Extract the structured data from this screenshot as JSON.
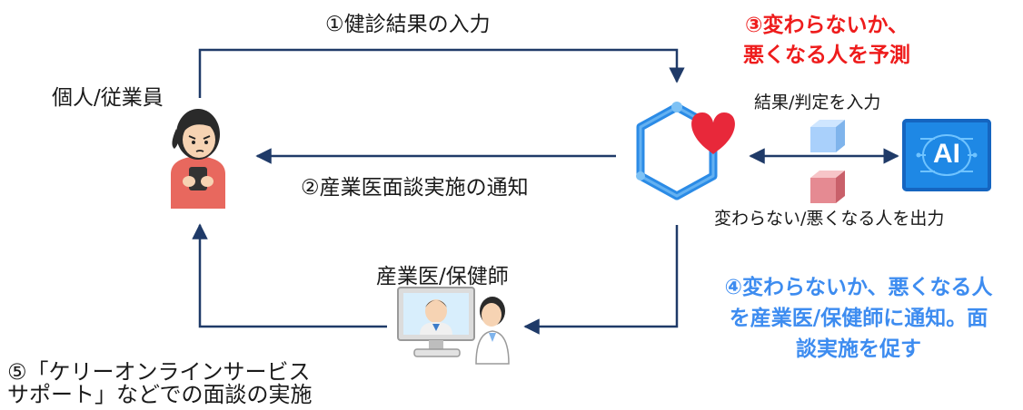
{
  "labels": {
    "employee": "個人/従業員",
    "step1": "①健診結果の入力",
    "step2": "②産業医面談実施の通知",
    "step3_line1": "③変わらないか、",
    "step3_line2": "悪くなる人を予測",
    "input_result": "結果/判定を入力",
    "output_result": "変わらない/悪くなる人を出力",
    "doctor": "産業医/保健師",
    "step4_line1": "④変わらないか、悪くなる人",
    "step4_line2": "を産業医/保健師に通知。面",
    "step4_line3": "談実施を促す",
    "step5_line1": "⑤「ケリーオンラインサービス",
    "step5_line2": "サポート」などでの面談の実施",
    "ai_text": "AI"
  },
  "colors": {
    "arrow": "#1f3a68",
    "highlight_red": "#ee1c1c",
    "highlight_blue": "#3d8cf0",
    "hexagon": "#2b8be6",
    "heart": "#e8283a",
    "ai_bg": "#1e88e5"
  },
  "icons": [
    "person-using-phone-icon",
    "hexagon-heart-logo-icon",
    "ai-brain-icon",
    "blue-cube-icon",
    "red-cube-icon",
    "online-consultation-icon"
  ]
}
